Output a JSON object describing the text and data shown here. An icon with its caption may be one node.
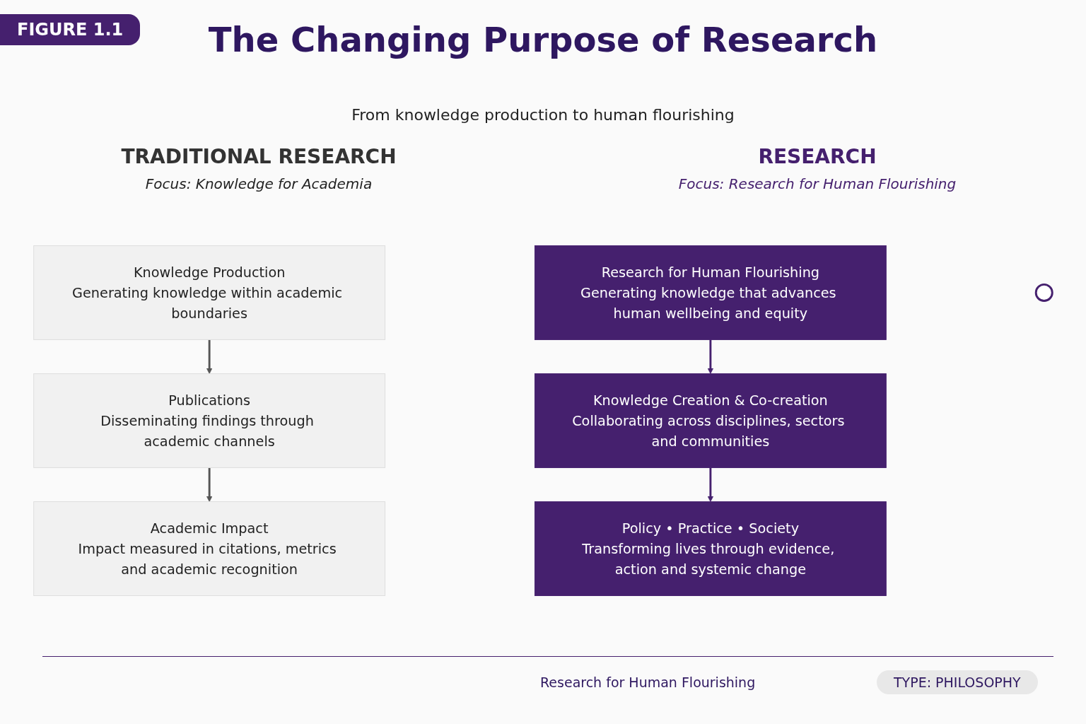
{
  "diagram": {
    "title": "The Changing Purpose of Research",
    "nodes": [
      {
        "text": [
          "Knowledge Production",
          "Generating knowledge within academic boundaries"
        ]
      },
      {
        "text": [
          "Publications",
          "Disseminating findings through academic channels"
        ]
      },
      {
        "text": [
          "Academic Impact",
          "Impact measured in citations, metrics and academic recognition"
        ]
      },
      {
        "text": [
          "Research for Human Flourishing",
          "Generating knowledge that advances human wellbeing and equity"
        ]
      },
      {
        "text": [
          "Knowledge Creation & Co-creation",
          "Collaborating across disciplines, sectors and communities"
        ]
      },
      {
        "text": [
          "Policy • Practice • Society",
          "Transforming lives through evidence, action and systemic change"
        ]
      },
      {
        "text": [],
        "shape": "circle"
      }
    ],
    "edges": [
      {
        "from": 0,
        "to": 1,
        "arrow": "to"
      },
      {
        "from": 1,
        "to": 2,
        "arrow": "to"
      },
      {
        "from": 3,
        "to": 4,
        "arrow": "to",
        "color": "#45206e"
      },
      {
        "from": 4,
        "to": 5,
        "arrow": "to",
        "color": "#45206e"
      }
    ],
    "labels": [
      "FIGURE 1.1",
      "From knowledge production to human flourishing",
      "TRADITIONAL RESEARCH",
      "Focus: Knowledge for Academia",
      "RESEARCH",
      "Focus: Research for Human Flourishing",
      "Research for Human Flourishing",
      "TYPE: PHILOSOPHY"
    ]
  }
}
